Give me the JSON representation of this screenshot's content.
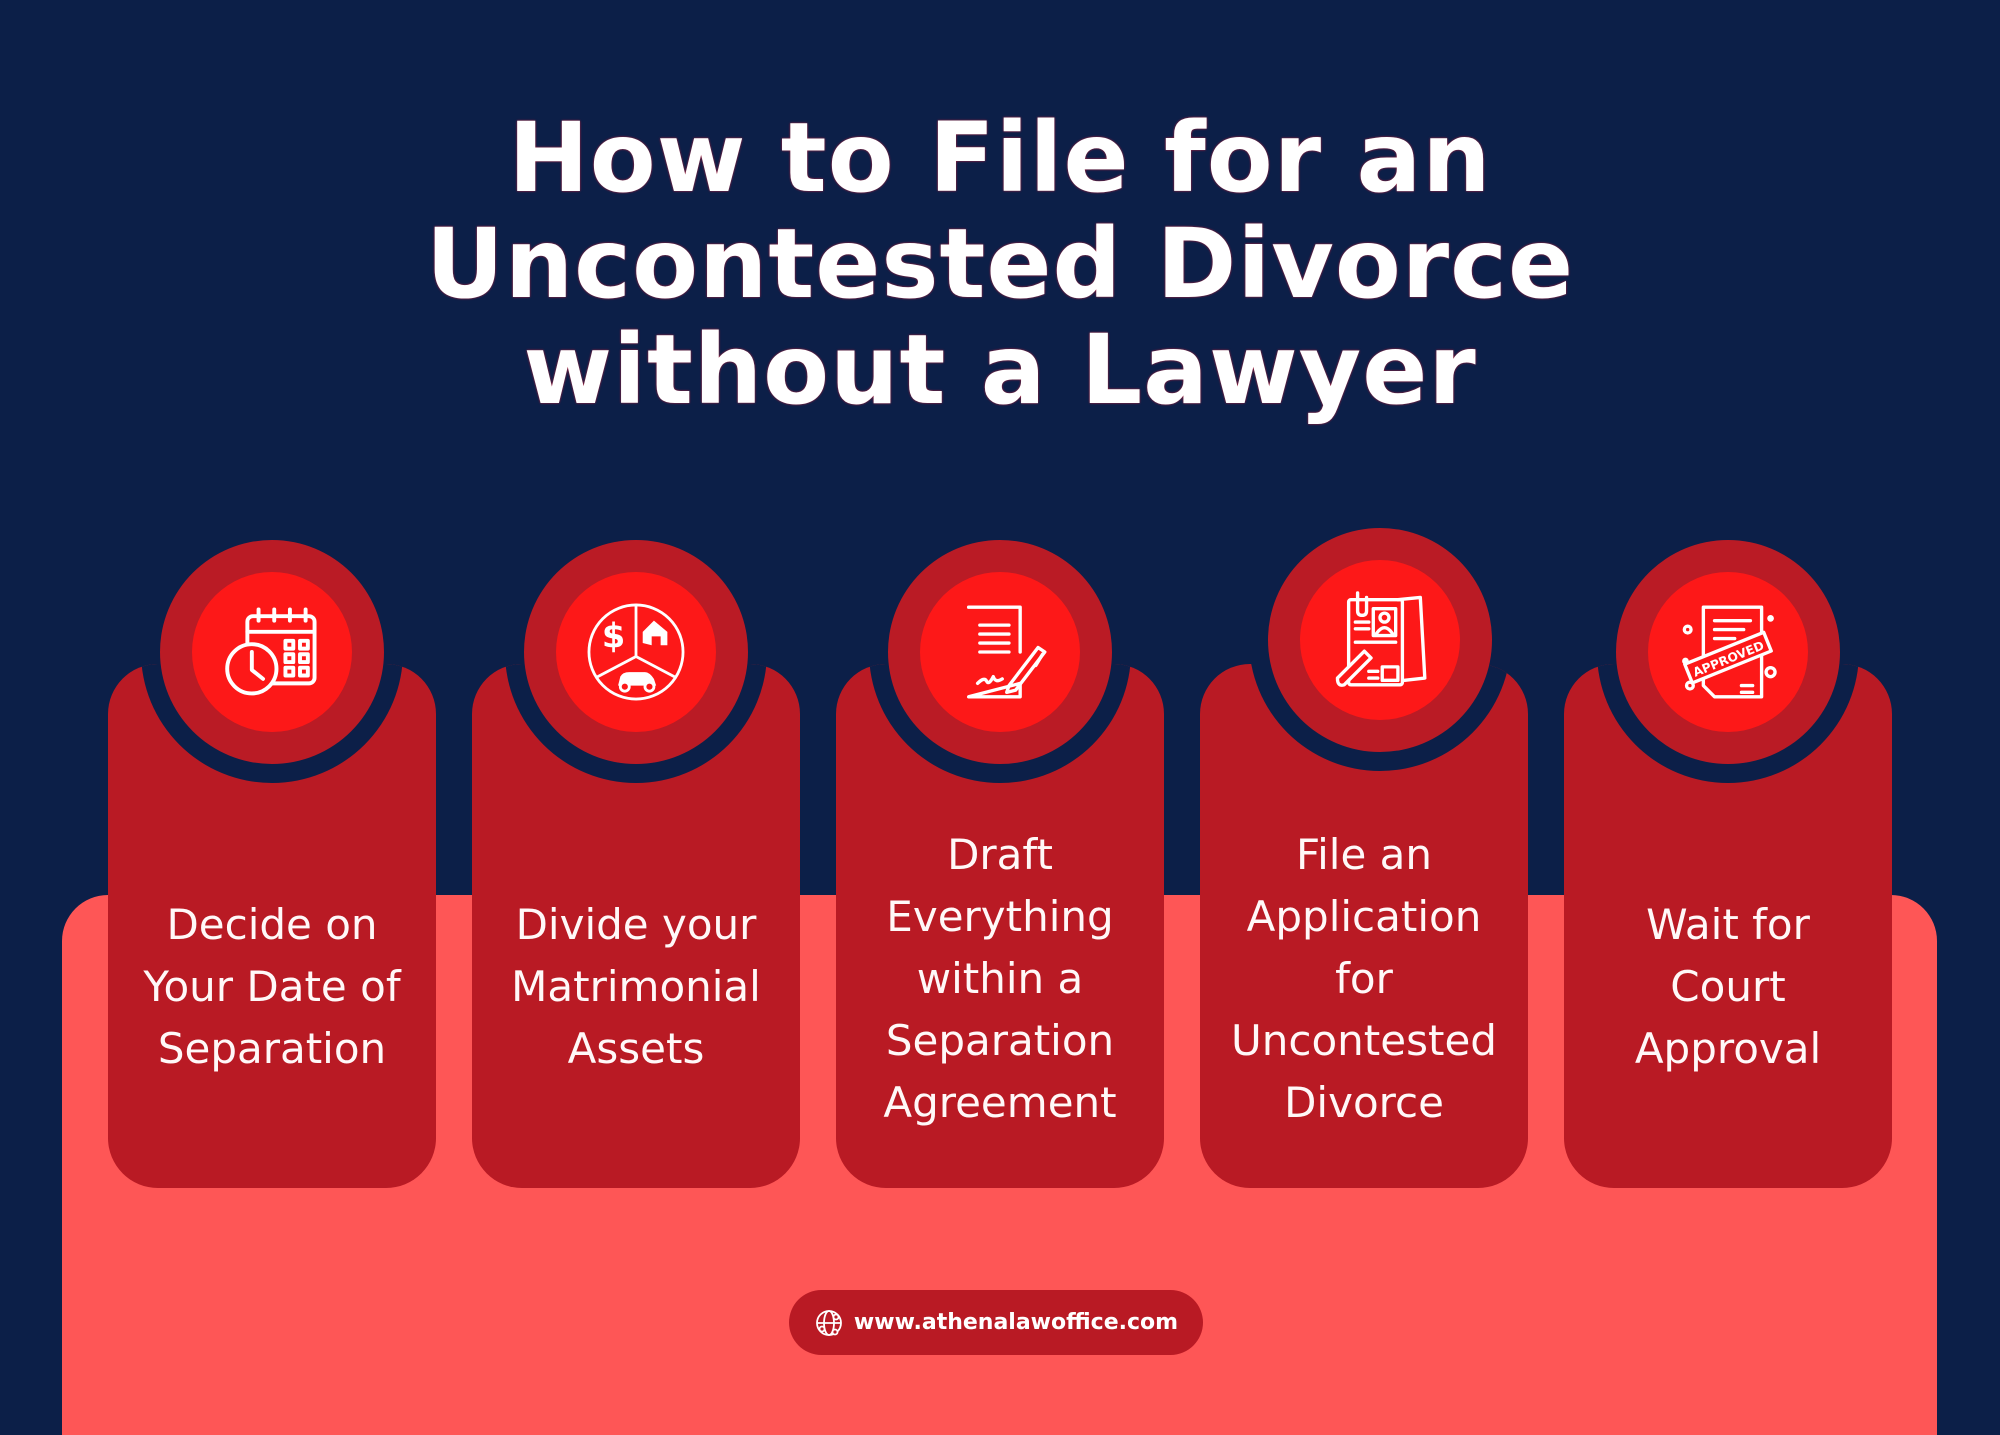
{
  "title": {
    "lines": [
      "How to File for an",
      "Uncontested Divorce",
      "without a Lawyer"
    ]
  },
  "colors": {
    "background": "#0c1f48",
    "panel": "#fe5656",
    "card": "#b91a24",
    "icon_inner": "#fd1818",
    "text": "#ffffff"
  },
  "steps": [
    {
      "icon": "calendar-clock-icon",
      "lines": [
        "Decide on",
        "Your Date of",
        "Separation"
      ]
    },
    {
      "icon": "assets-pie-icon",
      "lines": [
        "Divide your",
        "Matrimonial",
        "Assets"
      ]
    },
    {
      "icon": "document-signature-icon",
      "lines": [
        "Draft",
        "Everything",
        "within a",
        "Separation",
        "Agreement"
      ]
    },
    {
      "icon": "application-form-icon",
      "lines": [
        "File an",
        "Application",
        "for",
        "Uncontested",
        "Divorce"
      ]
    },
    {
      "icon": "approved-document-icon",
      "lines": [
        "Wait for",
        "Court",
        "Approval"
      ]
    }
  ],
  "footer": {
    "icon": "globe-icon",
    "url": "www.athenalawoffice.com"
  }
}
